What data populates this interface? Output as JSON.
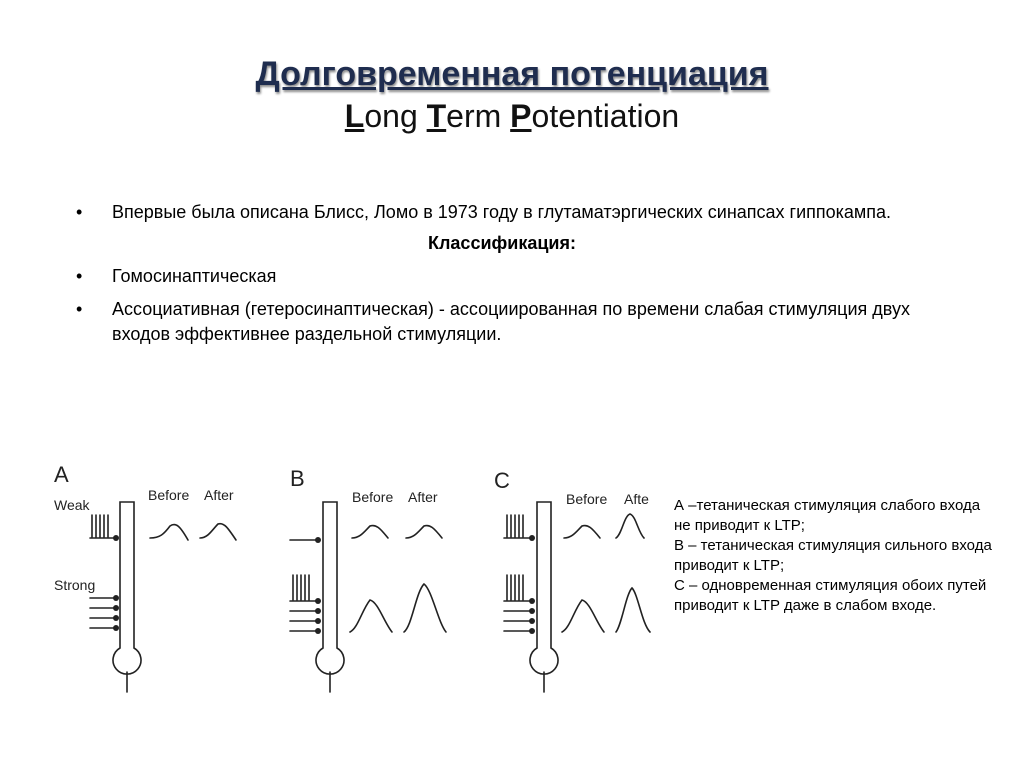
{
  "title": {
    "ru": "Долговременная потенциация",
    "en_parts": [
      {
        "cap": "L",
        "rest": "ong "
      },
      {
        "cap": "T",
        "rest": "erm "
      },
      {
        "cap": "P",
        "rest": "otentiation"
      }
    ]
  },
  "content": {
    "bullet1": "Впервые была описана Блисс, Ломо в 1973 году в глутаматэргических синапсах гиппокампа.",
    "classification_heading": "Классификация:",
    "bullet2": "Гомосинаптическая",
    "bullet3": "Ассоциативная (гетеросинаптическая) - ассоциированная по времени слабая стимуляция двух входов эффективнее раздельной стимуляции."
  },
  "diagram": {
    "panel_a": {
      "letter": "A",
      "weak": "Weak",
      "strong": "Strong",
      "before": "Before",
      "after": "After"
    },
    "panel_b": {
      "letter": "B",
      "before": "Before",
      "after": "After"
    },
    "panel_c": {
      "letter": "C",
      "before": "Before",
      "after": "Afte"
    }
  },
  "caption": {
    "line_a": "А –тетаническая стимуляция слабого входа  не приводит к LTP;",
    "line_b": "В – тетаническая стимуляция сильного входа приводит к LTP;",
    "line_c": "С – одновременная стимуляция обоих путей  приводит к LTP даже в слабом входе."
  }
}
